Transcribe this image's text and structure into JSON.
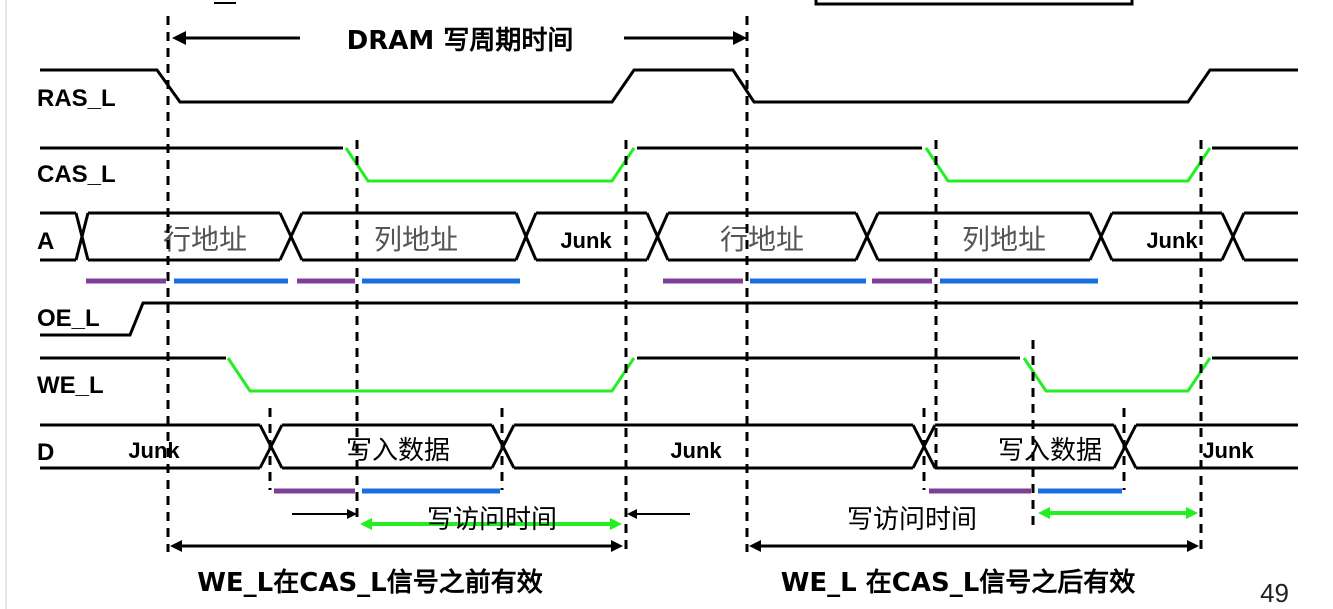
{
  "title": "DRAM 写周期时间",
  "signals": {
    "ras": "RAS_L",
    "cas": "CAS_L",
    "addr": "A",
    "oe": "OE_L",
    "we": "WE_L",
    "data": "D"
  },
  "fields": {
    "row_addr": "行地址",
    "col_addr": "列地址",
    "junk": "Junk",
    "write_data": "写入数据"
  },
  "timing": {
    "write_access_time": "写访问时间"
  },
  "captions": {
    "left": "WE_L在CAS_L信号之前有效",
    "right": "WE_L 在CAS_L信号之后有效"
  },
  "page_number": "49",
  "colors": {
    "green": "#22ee22",
    "purple": "#7f3f98",
    "blue": "#1a6fe0",
    "black": "#000000"
  }
}
